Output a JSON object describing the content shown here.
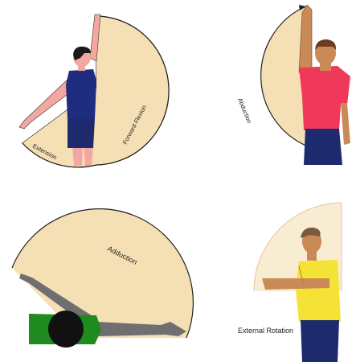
{
  "labels": {
    "extension": "Extension",
    "forward_flexion": "Forward Flexion",
    "abduction_top": "Abduction",
    "adduction": "Adduction",
    "external_rotation": "External Rotation"
  },
  "colors": {
    "arc_fill": "#f5dfb4",
    "arc_fill_light": "#f8ecd3",
    "skin_light": "#f2a8a0",
    "skin_tan": "#c98a57",
    "shirt_navy": "#1f2d80",
    "shorts_navy": "#1d2a6e",
    "shirt_red": "#f0395a",
    "shirt_yellow": "#f5e236",
    "gray_figure": "#6f6f6f",
    "green_shirt": "#1f8a1f",
    "hair_dark": "#1a1a1a"
  }
}
